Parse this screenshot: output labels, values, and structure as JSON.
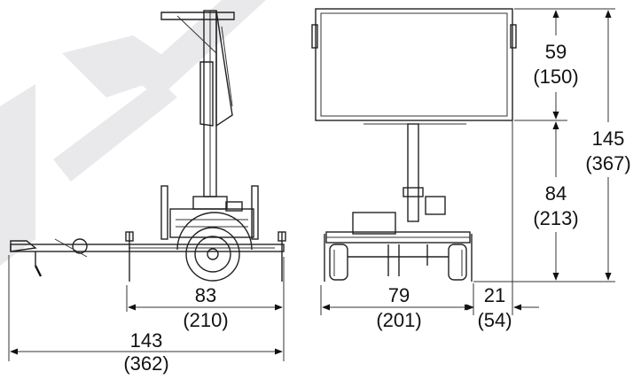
{
  "dimensions": {
    "side_length": {
      "value": "143",
      "metric": "(362)"
    },
    "side_axle": {
      "value": "83",
      "metric": "(210)"
    },
    "rear_width": {
      "value": "79",
      "metric": "(201)"
    },
    "rear_offset": {
      "value": "21",
      "metric": "(54)"
    },
    "sign_height": {
      "value": "59",
      "metric": "(150)"
    },
    "lower_height": {
      "value": "84",
      "metric": "(213)"
    },
    "total_height": {
      "value": "145",
      "metric": "(367)"
    }
  },
  "colors": {
    "line": "#222222",
    "watermark": "#e9e9ec",
    "background": "#ffffff"
  }
}
